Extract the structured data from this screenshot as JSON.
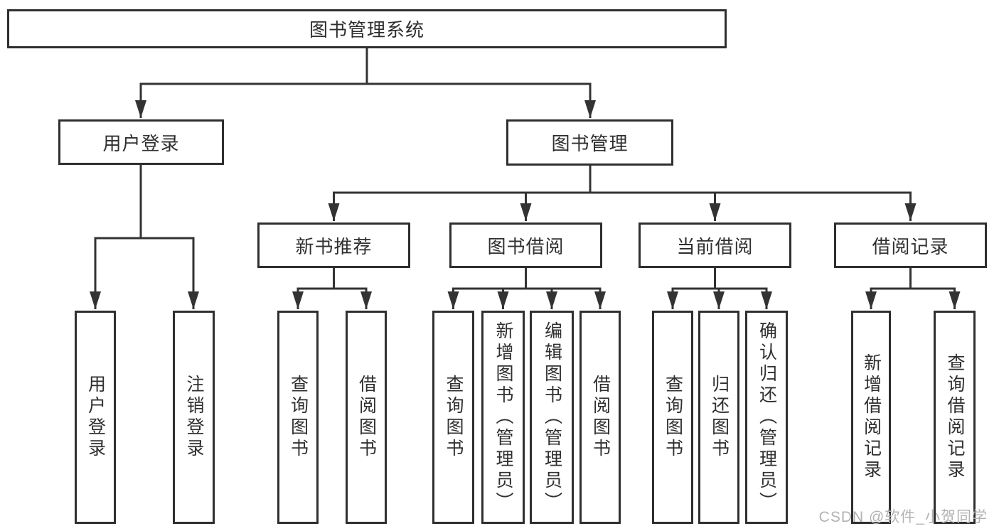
{
  "title": "图书管理系统",
  "watermark": "CSDN @软件_小贺同学",
  "tree": {
    "user": {
      "label": "用户登录",
      "children": {
        "login": "用户登录",
        "logout": "注销登录"
      }
    },
    "book": {
      "label": "图书管理",
      "recommend": {
        "label": "新书推荐",
        "children": {
          "query": "查询图书",
          "borrow": "借阅图书"
        }
      },
      "borrow": {
        "label": "图书借阅",
        "children": {
          "query": "查询图书",
          "add": "新增图书（管理员）",
          "edit": "编辑图书（管理员）",
          "borrow": "借阅图书"
        }
      },
      "current": {
        "label": "当前借阅",
        "children": {
          "query": "查询图书",
          "return": "归还图书",
          "confirm": "确认归还（管理员）"
        }
      },
      "records": {
        "label": "借阅记录",
        "children": {
          "add": "新增借阅记录",
          "query": "查询借阅记录"
        }
      }
    }
  }
}
